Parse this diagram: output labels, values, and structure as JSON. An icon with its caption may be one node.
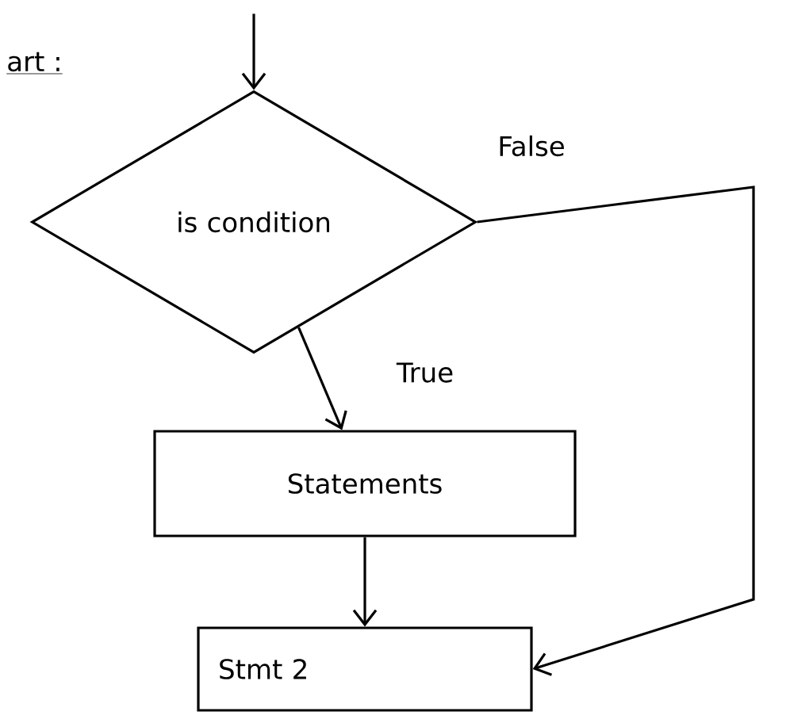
{
  "diagram": {
    "nodes": [
      {
        "text": [
          "is condition"
        ]
      },
      {
        "text": [
          "Statements"
        ]
      },
      {
        "text": [
          "Stmt 2"
        ]
      }
    ],
    "edges": [
      {
        "from": null,
        "to": 0,
        "arrow": "to"
      },
      {
        "from": 0,
        "to": 1,
        "arrow": "to",
        "label": "True"
      },
      {
        "from": 1,
        "to": 2,
        "arrow": "to"
      },
      {
        "from": 0,
        "to": 2,
        "arrow": "to",
        "label": "False"
      }
    ],
    "labels": [
      "art :"
    ]
  }
}
